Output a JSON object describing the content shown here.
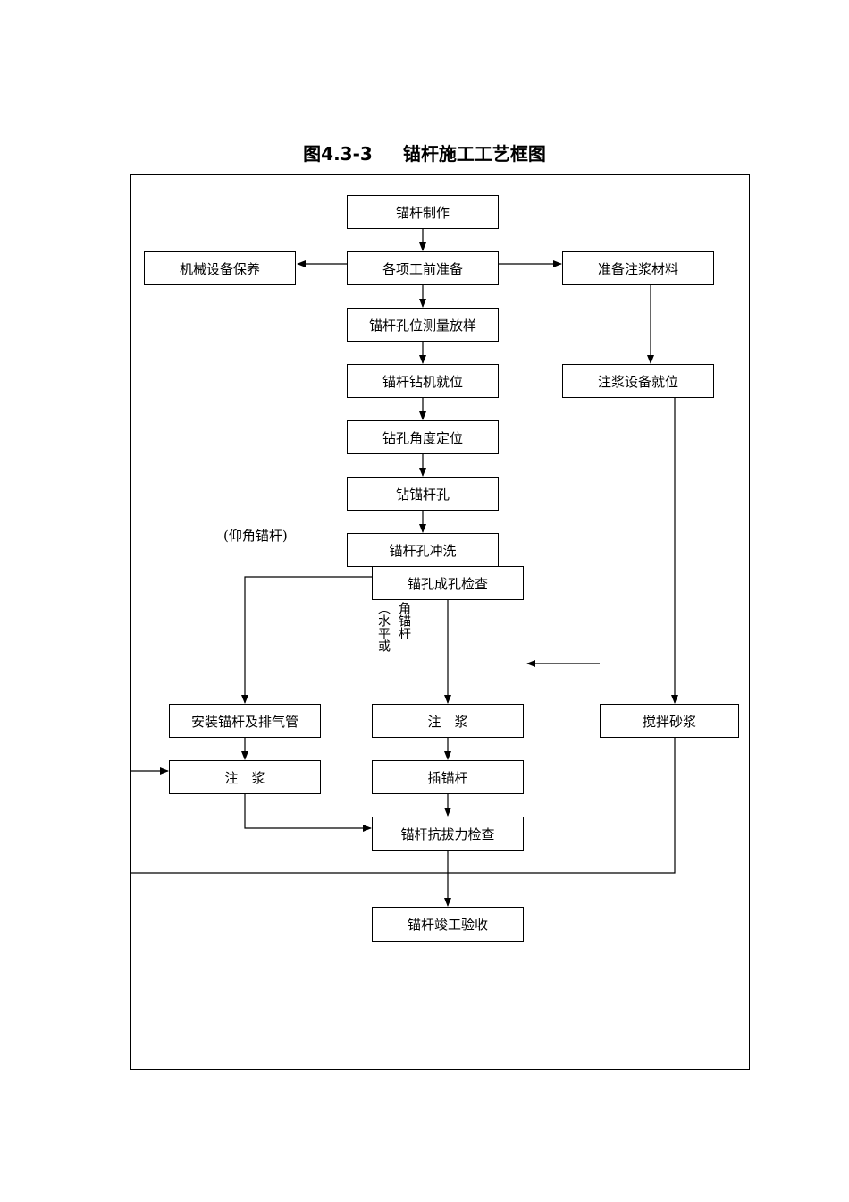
{
  "title": {
    "fig": "图4.3-3",
    "name": "锚杆施工工艺框图"
  },
  "boxes": {
    "make": "锚杆制作",
    "prep": "各项工前准备",
    "maint": "机械设备保养",
    "grout_mat": "准备注浆材料",
    "survey": "锚杆孔位测量放样",
    "drill_pos": "锚杆钻机就位",
    "grout_equip": "注浆设备就位",
    "angle": "钻孔角度定位",
    "drill": "钻锚杆孔",
    "flush": "锚杆孔冲洗",
    "inspect": "锚孔成孔检查",
    "install": "安装锚杆及排气管",
    "grout_mid": "注　浆",
    "mix": "搅拌砂浆",
    "grout_left": "注　浆",
    "insert": "插锚杆",
    "pullout": "锚杆抗拔力检查",
    "accept": "锚杆竣工验收"
  },
  "labels": {
    "elevation": "(仰角锚杆)",
    "horizontal_1": "（水平或",
    "horizontal_2": "角锚杆"
  }
}
